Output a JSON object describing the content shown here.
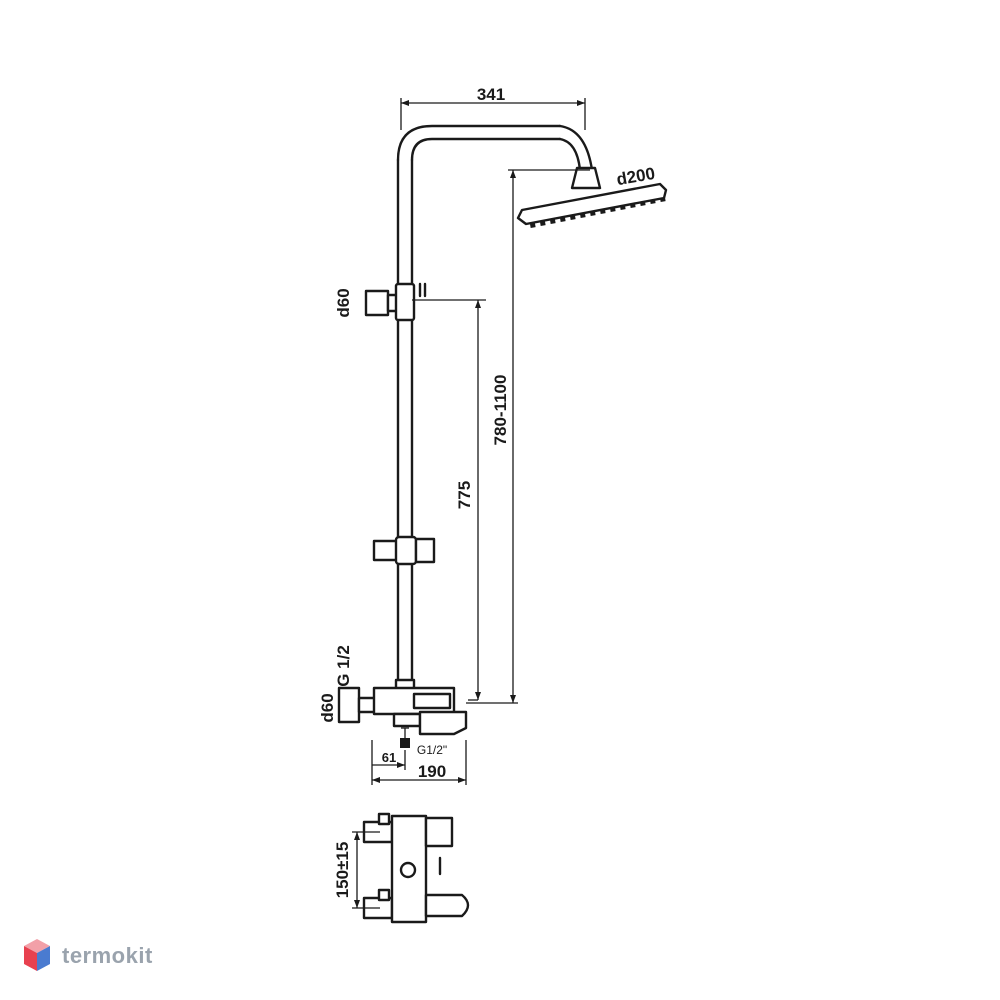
{
  "dimensions": {
    "overall_width": "341",
    "head_diameter": "d200",
    "holder_diameter_top": "d60",
    "rail_height": "775",
    "adjust_range": "780-1100",
    "inlet_thread": "G 1/2",
    "escutcheon_diameter": "d60",
    "spout_thread": "G1/2\"",
    "offset_small": "61",
    "projection": "190",
    "center_distance": "150±15"
  },
  "logo": {
    "wordmark": "termokit",
    "colors": {
      "top": "#f2a0a8",
      "left": "#e8414f",
      "right": "#4a7bd0"
    }
  }
}
